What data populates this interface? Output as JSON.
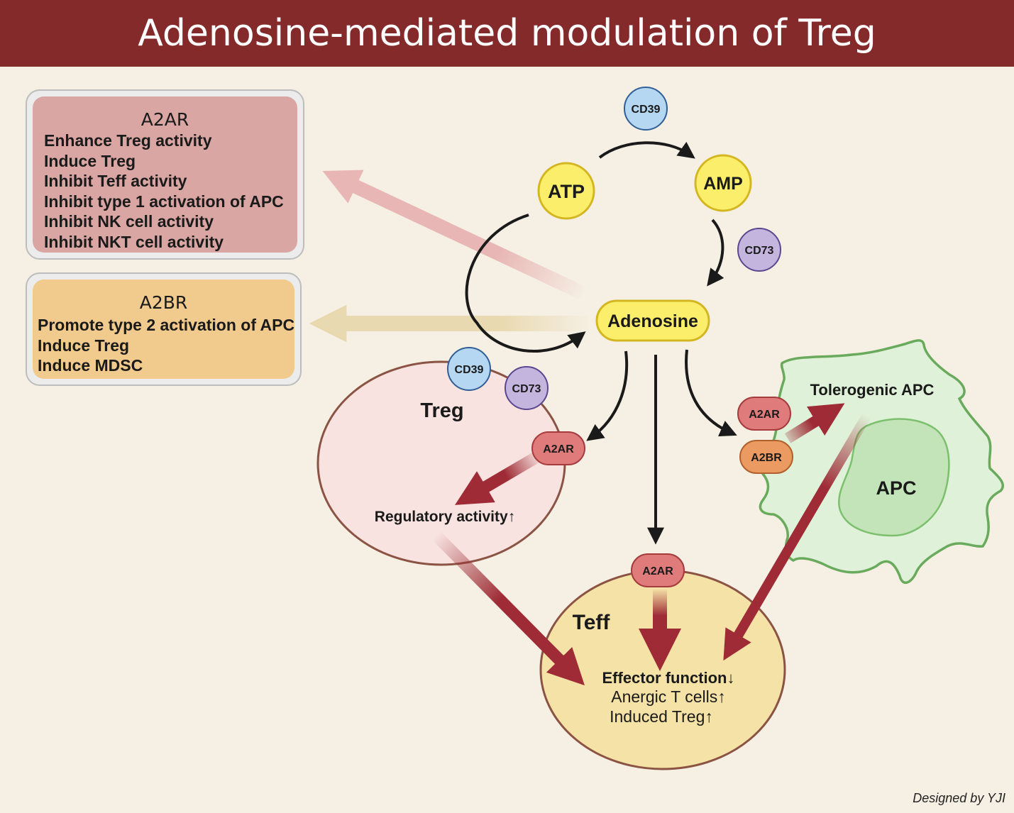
{
  "title": "Adenosine-mediated modulation of Treg",
  "a2ar_box": {
    "heading": "A2AR",
    "lines": [
      "Enhance Treg activity",
      "Induce Treg",
      "Inhibit Teff activity",
      "Inhibit type 1 activation of APC",
      "Inhibit NK cell activity",
      "Inhibit NKT cell activity"
    ]
  },
  "a2br_box": {
    "heading": "A2BR",
    "lines": [
      "Promote type 2 activation of APC",
      "Induce Treg",
      "Induce MDSC"
    ]
  },
  "cycle": {
    "atp": "ATP",
    "amp": "AMP",
    "adenosine": "Adenosine",
    "cd39": "CD39",
    "cd73": "CD73"
  },
  "treg_cell": {
    "label": "Treg",
    "cd39": "CD39",
    "cd73": "CD73",
    "receptor": "A2AR",
    "effect": "Regulatory activity↑"
  },
  "apc_cell": {
    "label": "Tolerogenic APC",
    "nucleus": "APC",
    "receptor_a2ar": "A2AR",
    "receptor_a2br": "A2BR"
  },
  "teff_cell": {
    "label": "Teff",
    "receptor": "A2AR",
    "effects": [
      "Effector function↓",
      "Anergic T cells↑",
      "Induced Treg↑"
    ]
  },
  "credit": "Designed by YJI",
  "colors": {
    "title_bar": "#842a2b",
    "background": "#f6f0e4",
    "a2ar_box": "#d9a6a3",
    "a2br_box": "#f1ca8d",
    "nucleotide": "#fbee6a",
    "cd39": "#b5d7f2",
    "cd73": "#c3b5dd",
    "receptor_a2ar": "#e07b7c",
    "receptor_a2br": "#eb9a62",
    "treg_fill": "#f8e3e0",
    "teff_fill": "#f5e2a6",
    "apc_fill": "#dff1d8",
    "dark_arrow": "#9e2b35"
  }
}
